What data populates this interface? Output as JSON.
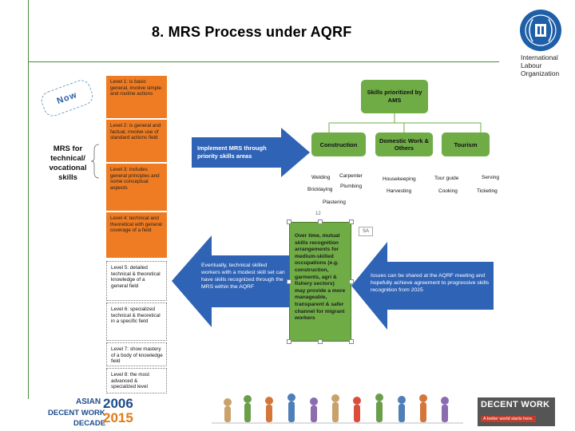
{
  "header": {
    "title": "8.  MRS Process under AQRF",
    "org_lines": [
      "International",
      "Labour",
      "Organization"
    ]
  },
  "left": {
    "now_tag": "Now",
    "mrs_label": "MRS for technical/ vocational skills",
    "levels": [
      {
        "text": "Level 1: is basic general, involve simple and routine actions",
        "style": "orange"
      },
      {
        "text": "Level 2: is general and factual, involve use of standard actions field",
        "style": "orange"
      },
      {
        "text": "Level 3: includes general principles and some conceptual aspects",
        "style": "orange"
      },
      {
        "text": "Level 4: technical and theoretical with general coverage of a field",
        "style": "orange"
      },
      {
        "text": "Level 5: detailed technical & theoretical knowledge of a general field",
        "style": "white"
      },
      {
        "text": "Level 6: specialized technical & theoretical in a specific field",
        "style": "white"
      },
      {
        "text": "Level 7: show mastery of a body of knowledge field",
        "style": "white"
      },
      {
        "text": "Level 8: the most advanced & specialized level",
        "style": "white"
      }
    ]
  },
  "arrows": {
    "implement": "Implement MRS through priority skills areas",
    "eventually": "Eventually, technical skilled workers with a modest skill set can have skills recognized through the MRS within the AQRF",
    "issues": "Issues can be shared at the AQRF meeting and hopefully achieve agreement to progressive skills recognition from 2025"
  },
  "tree": {
    "root": "Skills prioritized by AMS",
    "children": [
      "Construction",
      "Domestic Work & Others",
      "Tourism"
    ],
    "jobs": {
      "construction": [
        "Welding",
        "Carpenter",
        "Bricklaying",
        "Plumbing",
        "Plastering"
      ],
      "domestic": [
        "Housekeeping",
        "Harvesting"
      ],
      "tourism": [
        "Tour guide",
        "Serving",
        "Cooking",
        "Ticketing"
      ]
    }
  },
  "center_box": {
    "text": "Over time, mutual skills recognition arrangements for medium-skilled occupations (e.g. construction, garments, agri & fishery sectors) may provide a more manageable, transparent & safer channel for migrant workers",
    "handle_number": "12",
    "sa_icon": "SA"
  },
  "footer": {
    "asian": "ASIAN",
    "decent_work": "DECENT WORK",
    "decade": "DECADE",
    "year_start": "2006",
    "year_end": "2015",
    "badge_main": "DECENT WORK",
    "badge_sub": "A better world starts here."
  },
  "colors": {
    "orange": "#ef7c22",
    "green": "#6fac46",
    "blue_arrow": "#2f63b6",
    "ilo_blue": "#1f5fa8"
  }
}
